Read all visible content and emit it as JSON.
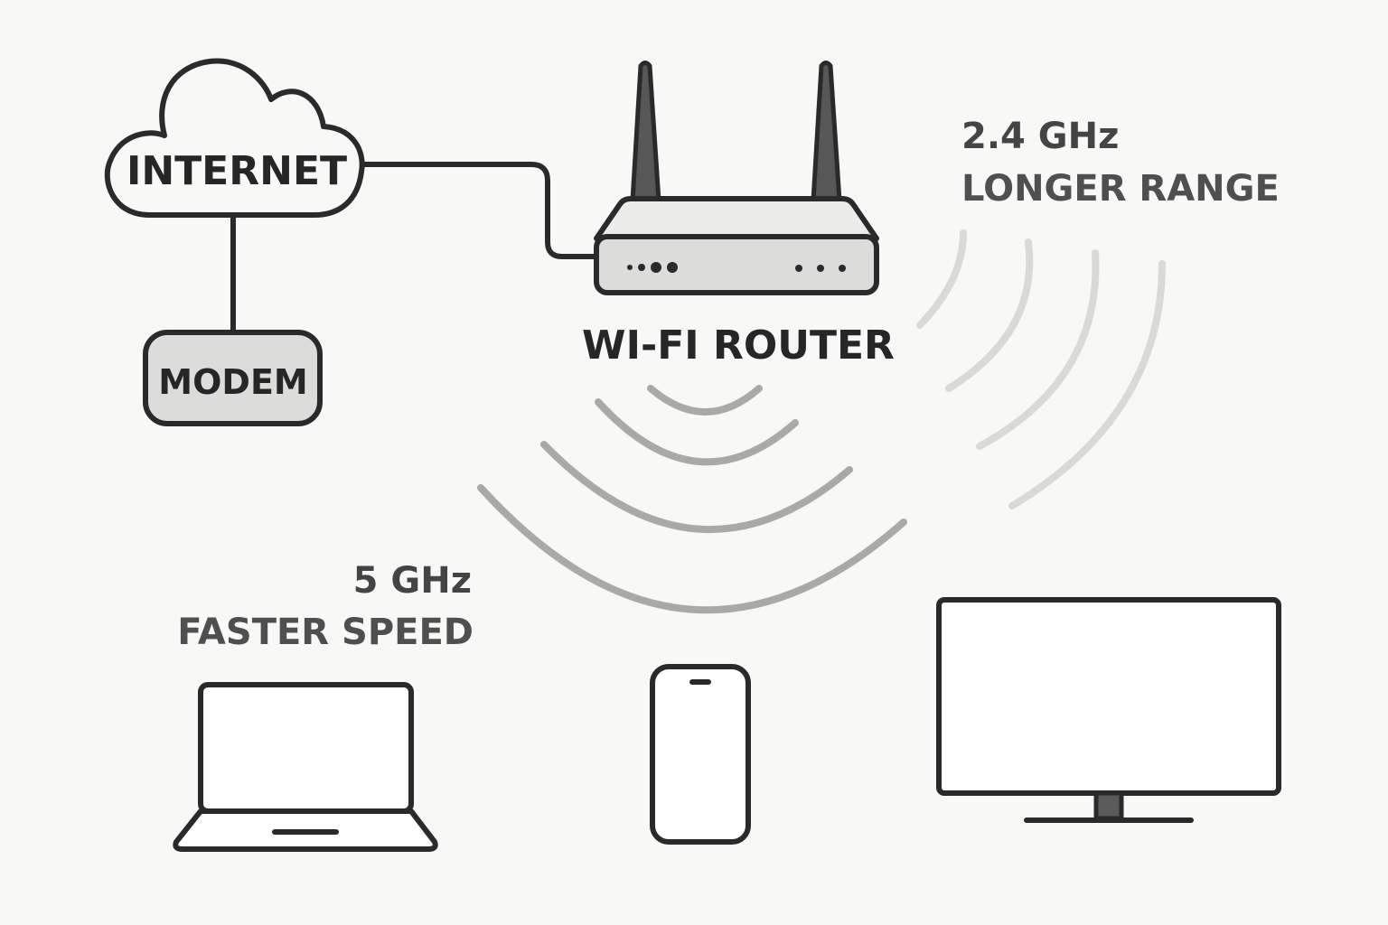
{
  "labels": {
    "internet": "INTERNET",
    "modem": "MODEM",
    "router": "WI-FI ROUTER",
    "band_24": "2.4 GHz",
    "band_24_desc": "LONGER RANGE",
    "band_5": "5 GHz",
    "band_5_desc": "FASTER SPEED"
  },
  "icons": {
    "cloud": "cloud-icon",
    "modem": "modem-icon",
    "router": "router-icon",
    "laptop": "laptop-icon",
    "phone": "smartphone-icon",
    "tv": "television-icon"
  },
  "colors": {
    "background": "#f8f8f6",
    "outline": "#2a2a2a",
    "device_fill": "#dcdcdb",
    "wave_5ghz": "#a9a9a7",
    "wave_24ghz": "#d9d9d6"
  }
}
